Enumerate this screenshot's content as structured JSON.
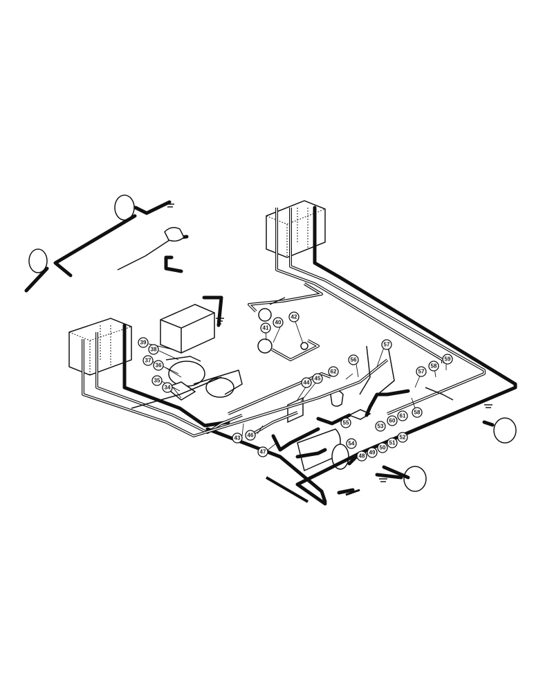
{
  "callouts": [
    {
      "id": "c34",
      "label": "34"
    },
    {
      "id": "c35",
      "label": "35"
    },
    {
      "id": "c36",
      "label": "36"
    },
    {
      "id": "c37",
      "label": "37"
    },
    {
      "id": "c38",
      "label": "38"
    },
    {
      "id": "c39",
      "label": "39"
    },
    {
      "id": "c40",
      "label": "40"
    },
    {
      "id": "c41",
      "label": "41"
    },
    {
      "id": "c42",
      "label": "42"
    },
    {
      "id": "c43",
      "label": "43"
    },
    {
      "id": "c44",
      "label": "44"
    },
    {
      "id": "c45",
      "label": "45"
    },
    {
      "id": "c46",
      "label": "46"
    },
    {
      "id": "c47",
      "label": "47"
    },
    {
      "id": "c48",
      "label": "48"
    },
    {
      "id": "c49",
      "label": "49"
    },
    {
      "id": "c50",
      "label": "50"
    },
    {
      "id": "c51",
      "label": "51"
    },
    {
      "id": "c52",
      "label": "52"
    },
    {
      "id": "c53",
      "label": "53"
    },
    {
      "id": "c54",
      "label": "54"
    },
    {
      "id": "c55",
      "label": "55"
    },
    {
      "id": "c56",
      "label": "56"
    },
    {
      "id": "c57a",
      "label": "57"
    },
    {
      "id": "c57b",
      "label": "57"
    },
    {
      "id": "c58a",
      "label": "58"
    },
    {
      "id": "c58b",
      "label": "58"
    },
    {
      "id": "c59",
      "label": "59"
    },
    {
      "id": "c60",
      "label": "60"
    },
    {
      "id": "c61",
      "label": "61"
    },
    {
      "id": "c62",
      "label": "62"
    }
  ]
}
